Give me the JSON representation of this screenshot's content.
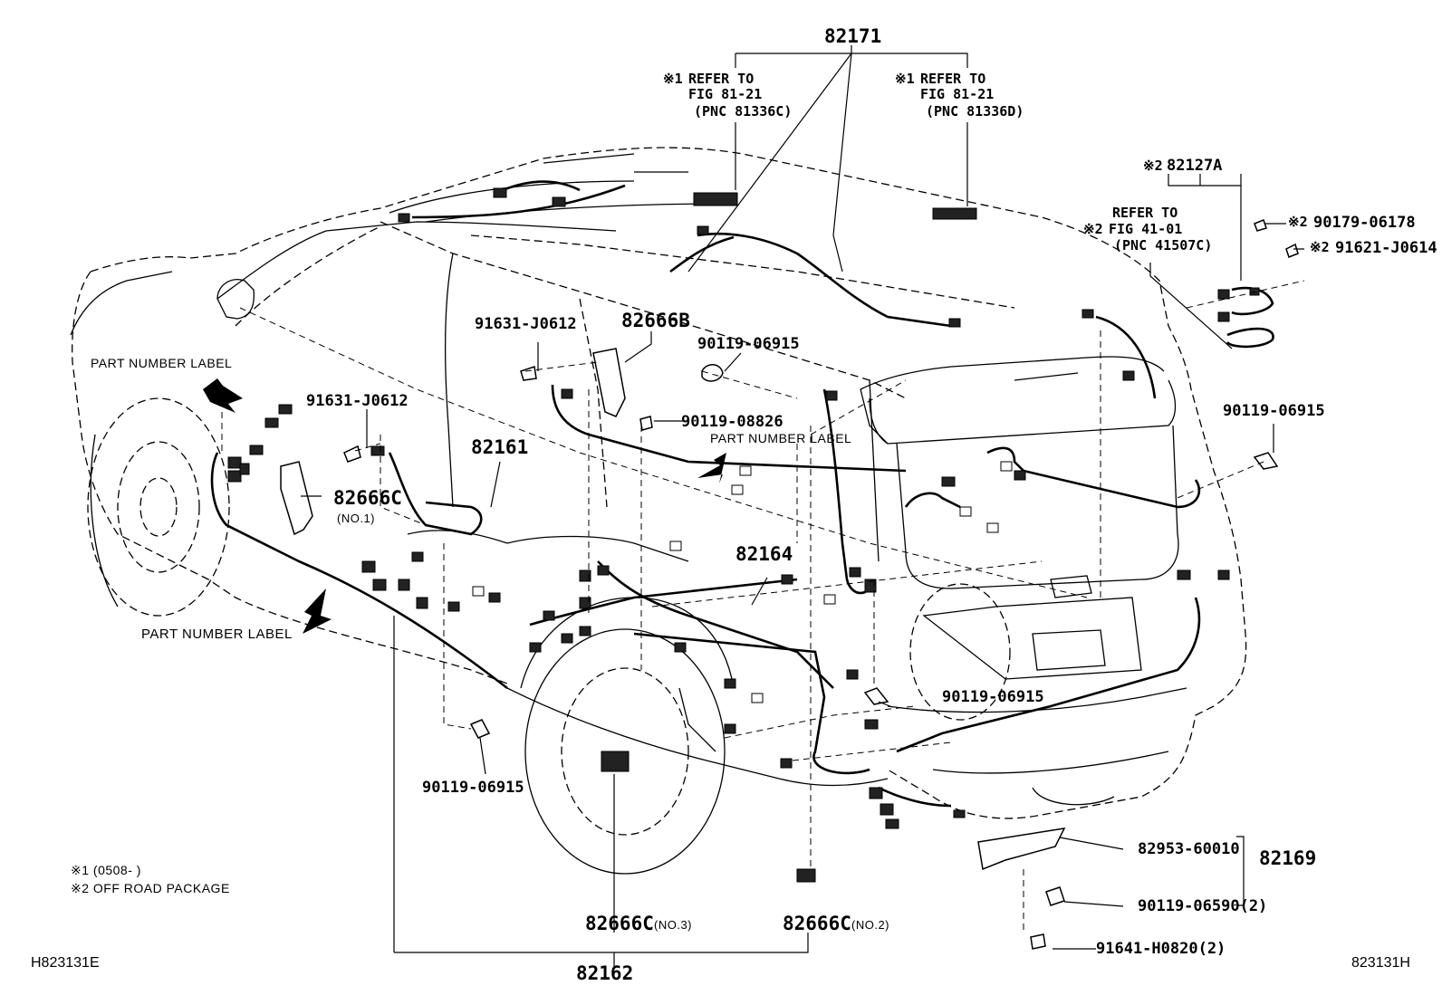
{
  "top_group": {
    "harness_82171": "82171",
    "refer_left": {
      "mark": "※1",
      "line1": "REFER TO",
      "line2": "FIG 81-21",
      "line3": "(PNC 81336C)"
    },
    "refer_right": {
      "mark": "※1",
      "line1": "REFER TO",
      "line2": "FIG 81-21",
      "line3": "(PNC 81336D)"
    }
  },
  "off_road_group": {
    "harness": "82127A",
    "harness_mark": "※2",
    "refer": {
      "mark": "※2",
      "line1": "REFER TO",
      "line2": "FIG 41-01",
      "line3": "(PNC 41507C)"
    },
    "part_a": {
      "mark": "※2",
      "number": "90179-06178"
    },
    "part_b": {
      "mark": "※2",
      "number": "91621-J0614"
    }
  },
  "parts": {
    "p91631_upper": "91631-J0612",
    "p82666B": "82666B",
    "p90119_top": "90119-06915",
    "p90119_08826": "90119-08826",
    "p91631_lower": "91631-J0612",
    "p82161": "82161",
    "p82666C_no1": "82666C",
    "p82666C_no1_sub": "(NO.1)",
    "p82164": "82164",
    "p90119_right": "90119-06915",
    "p90119_mid": "90119-06915",
    "p90119_bottom": "90119-06915",
    "p82666C_no3": "82666C",
    "p82666C_no3_sub": "(NO.3)",
    "p82666C_no2": "82666C",
    "p82666C_no2_sub": "(NO.2)",
    "p82162": "82162",
    "p82953": "82953-60010",
    "p82169": "82169",
    "p90119_06590": "90119-06590(2)",
    "p91641": "91641-H0820(2)"
  },
  "labels": {
    "part_number_label_1": "PART NUMBER LABEL",
    "part_number_label_2": "PART NUMBER LABEL",
    "part_number_label_3": "PART NUMBER LABEL"
  },
  "notes": {
    "note1": "※1 (0508-     )",
    "note2": "※2 OFF ROAD PACKAGE"
  },
  "footer": {
    "left_code": "H823131E",
    "right_code": "823131H"
  }
}
